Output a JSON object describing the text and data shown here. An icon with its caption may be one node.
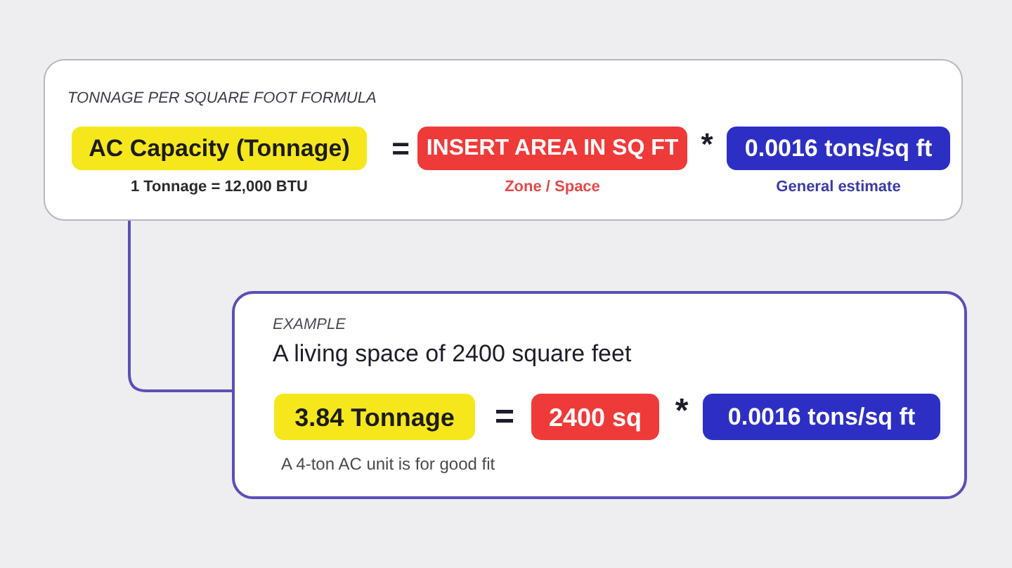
{
  "diagram": {
    "nodes": [
      {
        "text": [
          "TONNAGE PER SQUARE FOOT FORMULA"
        ]
      },
      {
        "text": [
          "AC Capacity (Tonnage)"
        ],
        "in": 0,
        "beside": [
          "1 Tonnage = 12,000 BTU"
        ]
      },
      {
        "text": [
          "INSERT AREA IN SQ FT"
        ],
        "in": 0,
        "beside": [
          "Zone / Space"
        ]
      },
      {
        "text": [
          "0.0016 tons/sq ft"
        ],
        "in": 0,
        "beside": [
          "General estimate"
        ]
      },
      {
        "text": [
          "EXAMPLE",
          "A living space of 2400 square feet"
        ]
      },
      {
        "text": [
          "3.84 Tonnage"
        ],
        "in": 4,
        "beside": [
          "A 4-ton AC unit is for good fit"
        ]
      },
      {
        "text": [
          "2400 sq"
        ],
        "in": 4
      },
      {
        "text": [
          "0.0016 tons/sq ft"
        ],
        "in": 4
      }
    ],
    "edges": [
      {
        "from": 0,
        "to": 4,
        "arrow": "none"
      }
    ],
    "labels": [
      "=",
      "*",
      "=",
      "*"
    ]
  }
}
